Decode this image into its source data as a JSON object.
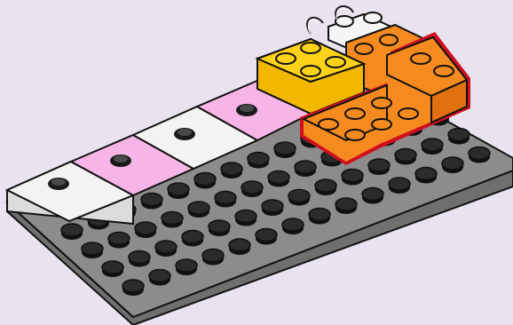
{
  "scene": {
    "background_color": "#e9e3ef",
    "baseplate": {
      "color": "#8c8c8c",
      "stud_color": "#2b2b2b",
      "rows": 4,
      "cols": 14
    },
    "tiles": [
      {
        "name": "tile-white-1",
        "color": "#f3f3f3"
      },
      {
        "name": "tile-pink-1",
        "color": "#f7b5e6"
      },
      {
        "name": "tile-white-2",
        "color": "#f3f3f3"
      },
      {
        "name": "tile-pink-2",
        "color": "#f7b5e6"
      }
    ],
    "bricks": [
      {
        "name": "brick-yellow",
        "color": "#ffd21a"
      },
      {
        "name": "brick-orange-back",
        "color": "#f58a1f"
      },
      {
        "name": "brick-white-back",
        "color": "#f5f5f5"
      },
      {
        "name": "brick-orange-highlighted",
        "color": "#f58a1f",
        "outline": "#d0101e"
      }
    ],
    "accessories": [
      {
        "name": "antenna-icon-1"
      },
      {
        "name": "antenna-icon-2"
      }
    ]
  }
}
